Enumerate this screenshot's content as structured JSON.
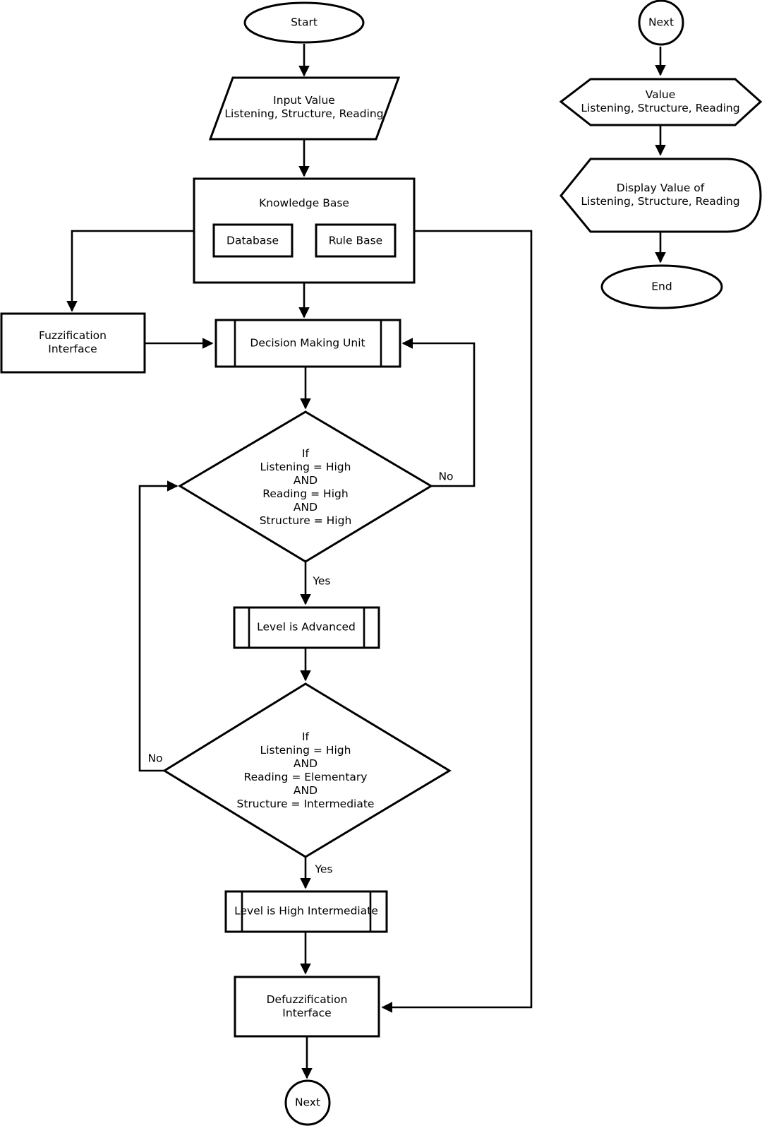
{
  "colors": {
    "stroke": "#000000",
    "fill": "#ffffff",
    "background": "#ffffff"
  },
  "main_flow": {
    "start": "Start",
    "input_value": "Input Value\nListening, Structure, Reading",
    "knowledge_base": "Knowledge Base",
    "database": "Database",
    "rule_base": "Rule Base",
    "fuzzification_interface": "Fuzzification\nInterface",
    "decision_making_unit": "Decision Making Unit",
    "decision_1": {
      "text": "If\nListening = High\nAND\nReading = High\nAND\nStructure = High",
      "yes": "Yes",
      "no": "No"
    },
    "level_advanced": "Level is Advanced",
    "decision_2": {
      "text": "If\nListening = High\nAND\nReading = Elementary\nAND\nStructure = Intermediate",
      "yes": "Yes",
      "no": "No"
    },
    "level_high_intermediate": "Level is High Intermediate",
    "defuzzification_interface": "Defuzzification\nInterface",
    "next_connector": "Next"
  },
  "continuation_flow": {
    "next_connector": "Next",
    "value": "Value\nListening, Structure, Reading",
    "display_value": "Display Value of\nListening, Structure, Reading",
    "end": "End"
  }
}
